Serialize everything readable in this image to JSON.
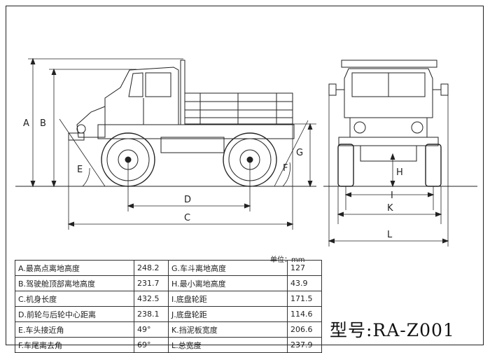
{
  "unit_label": "单位：mm",
  "model_label": "型号:RA-Z001",
  "dimension_letters": {
    "A": "A",
    "B": "B",
    "C": "C",
    "D": "D",
    "E": "E",
    "F": "F",
    "G": "G",
    "H": "H",
    "I": "I",
    "K": "K",
    "L": "L"
  },
  "specs": [
    {
      "label": "A.最高点离地高度",
      "value": "248.2",
      "label2": "G.车斗离地高度",
      "value2": "127"
    },
    {
      "label": "B.驾驶舱顶部离地高度",
      "value": "231.7",
      "label2": "H.最小离地高度",
      "value2": "43.9"
    },
    {
      "label": "C.机身长度",
      "value": "432.5",
      "label2": "I.底盘轮距",
      "value2": "171.5"
    },
    {
      "label": "D.前轮与后轮中心距离",
      "value": "238.1",
      "label2": "J.底盘轮距",
      "value2": "114.6"
    },
    {
      "label": "E.车头接近角",
      "value": "49°",
      "label2": "K.挡泥板宽度",
      "value2": "206.6"
    },
    {
      "label": "F.车尾离去角",
      "value": "69°",
      "label2": "L.总宽度",
      "value2": "237.9"
    }
  ]
}
